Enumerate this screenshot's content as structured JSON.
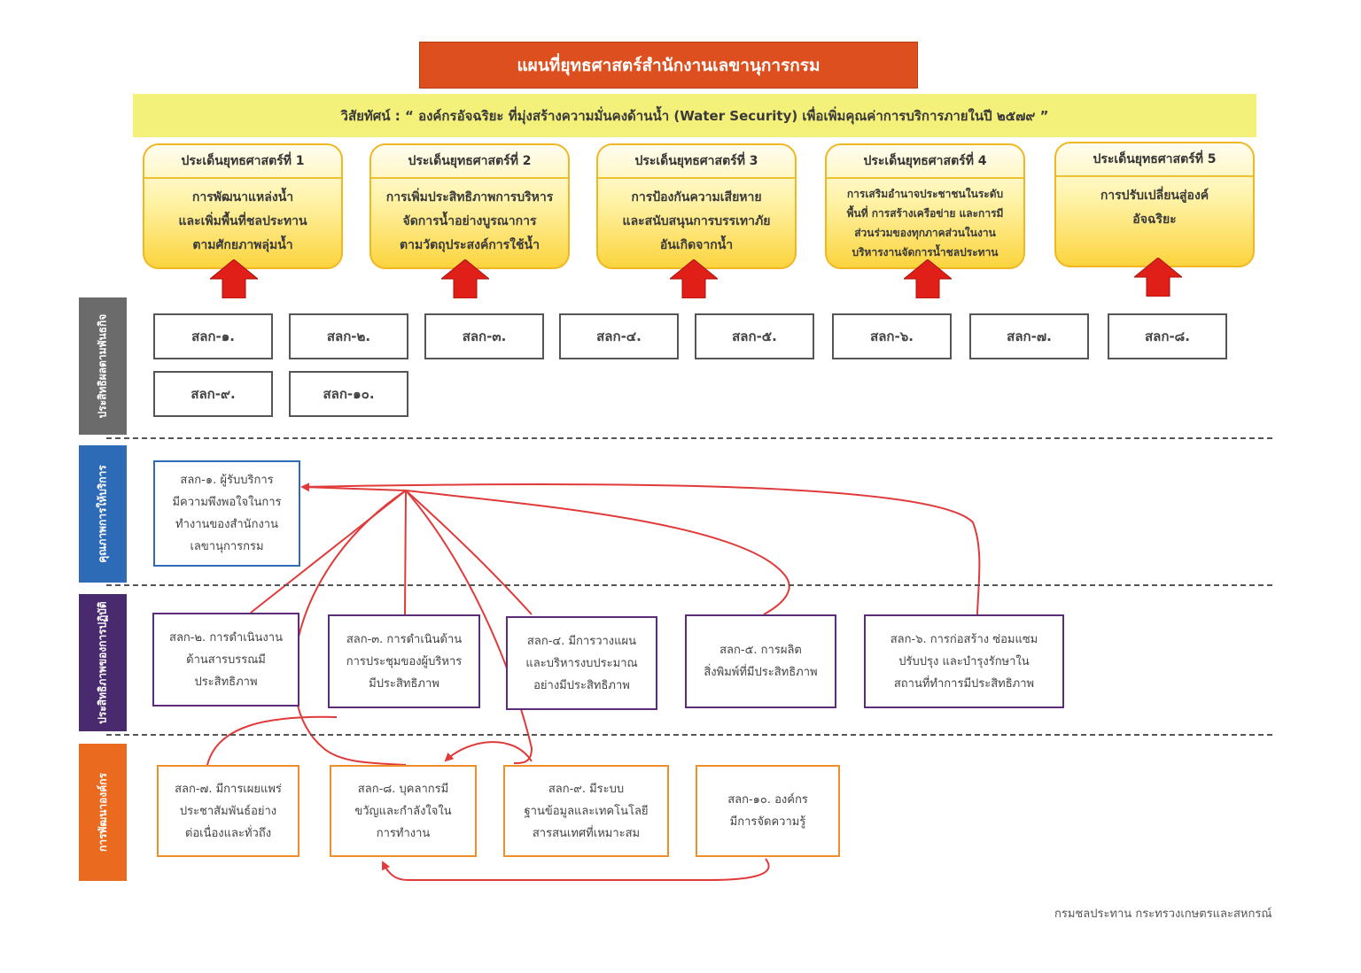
{
  "title": "แผนที่ยุทธศาสตร์สำนักงานเลขานุการกรม",
  "vision": "วิสัยทัศน์  : “ องค์กรอัจฉริยะ  ที่มุ่งสร้างความมั่นคงด้านน้ำ (Water Security) เพื่อเพิ่มคุณค่าการบริการภายในปี ๒๕๗๙ ”",
  "themes": [
    {
      "title": "ประเด็นยุทธศาสตร์ที่ 1",
      "l1": "การพัฒนาแหล่งน้ำ",
      "l2": "และเพิ่มพื้นที่ชลประทาน",
      "l3": "ตามศักยภาพลุ่มน้ำ",
      "l4": ""
    },
    {
      "title": "ประเด็นยุทธศาสตร์ที่ 2",
      "l1": "การเพิ่มประสิทธิภาพการบริหาร",
      "l2": "จัดการน้ำอย่างบูรณาการ",
      "l3": "ตามวัตถุประสงค์การใช้น้ำ",
      "l4": ""
    },
    {
      "title": "ประเด็นยุทธศาสตร์ที่ 3",
      "l1": "การป้องกันความเสียหาย",
      "l2": "และสนับสนุนการบรรเทาภัย",
      "l3": "อันเกิดจากน้ำ",
      "l4": ""
    },
    {
      "title": "ประเด็นยุทธศาสตร์ที่ 4",
      "l1": "การเสริมอำนาจประชาชนในระดับ",
      "l2": "พื้นที่ การสร้างเครือข่าย และการมี",
      "l3": "ส่วนร่วมของทุกภาคส่วนในงาน",
      "l4": "บริหารงานจัดการน้ำชลประทาน"
    },
    {
      "title": "ประเด็นยุทธศาสตร์ที่ 5",
      "l1": "การปรับเปลี่ยนสู่องค์",
      "l2": "อัจฉริยะ",
      "l3": "",
      "l4": ""
    }
  ],
  "bands": {
    "effectiveness": "ประสิทธิผลตามพันธกิจ",
    "service": "คุณภาพการให้บริการ",
    "efficiency": "ประสิทธิภาพของการปฏิบัติ",
    "development": "การพัฒนาองค์กร"
  },
  "objectives": [
    "สลก-๑.",
    "สลก-๒.",
    "สลก-๓.",
    "สลก-๔.",
    "สลก-๕.",
    "สลก-๖.",
    "สลก-๗.",
    "สลก-๘.",
    "สลก-๙.",
    "สลก-๑๐."
  ],
  "goals": {
    "g1": {
      "l1": "สลก-๑. ผู้รับบริการ",
      "l2": "มีความพึงพอใจในการ",
      "l3": "ทำงานของสำนักงาน",
      "l4": "เลขานุการกรม"
    },
    "g2": {
      "l1": "สลก-๒. การดำเนินงาน",
      "l2": "ด้านสารบรรณมี",
      "l3": "ประสิทธิภาพ"
    },
    "g3": {
      "l1": "สลก-๓. การดำเนินด้าน",
      "l2": "การประชุมของผู้บริหาร",
      "l3": "มีประสิทธิภาพ"
    },
    "g4": {
      "l1": "สลก-๔. มีการวางแผน",
      "l2": "และบริหารงบประมาณ",
      "l3": "อย่างมีประสิทธิภาพ"
    },
    "g5": {
      "l1": "สลก-๕. การผลิต",
      "l2": "สิ่งพิมพ์ที่มีประสิทธิภาพ"
    },
    "g6": {
      "l1": "สลก-๖. การก่อสร้าง ซ่อมแซม",
      "l2": "ปรับปรุง และบำรุงรักษาใน",
      "l3": "สถานที่ทำการมีประสิทธิภาพ"
    },
    "g7": {
      "l1": "สลก-๗. มีการเผยแพร่",
      "l2": "ประชาสัมพันธ์อย่าง",
      "l3": "ต่อเนื่องและทั่วถึง"
    },
    "g8": {
      "l1": "สลก-๘. บุคลากรมี",
      "l2": "ขวัญและกำลังใจใน",
      "l3": "การทำงาน"
    },
    "g9": {
      "l1": "สลก-๙. มีระบบ",
      "l2": "ฐานข้อมูลและเทคโนโลยี",
      "l3": "สารสนเทศที่เหมาะสม"
    },
    "g10": {
      "l1": "สลก-๑๐. องค์กร",
      "l2": "มีการจัดความรู้"
    }
  },
  "footer": "กรมชลประทาน   กระทรวงเกษตรและสหกรณ์",
  "colors": {
    "title_bg": "#dd4f1e",
    "vision_bg": "#f3f17a",
    "arrow": "#e02018",
    "link": "#e03a3a",
    "band_gray": "#6b6b6b",
    "band_blue": "#2d6bb7",
    "band_purple": "#4a2a6e",
    "band_orange": "#ea6a1f"
  }
}
